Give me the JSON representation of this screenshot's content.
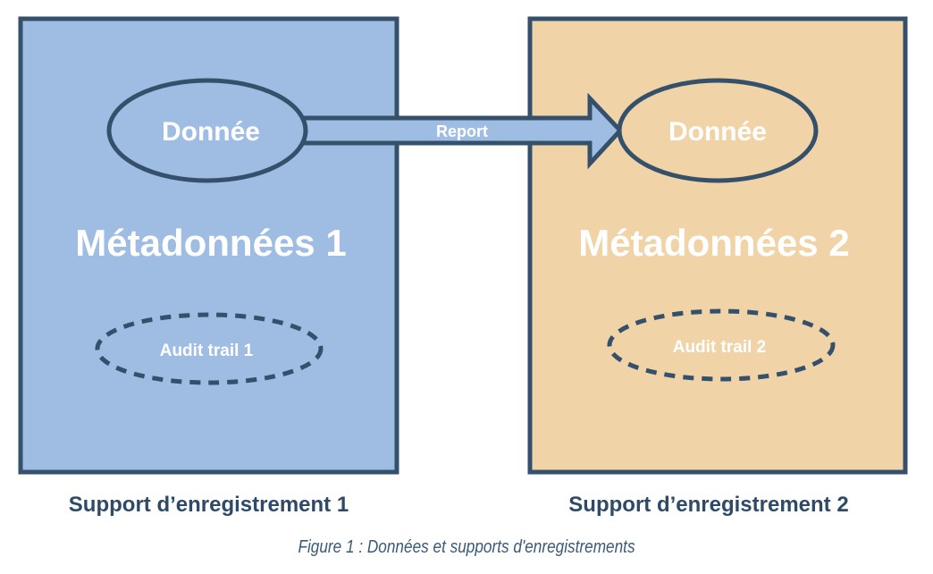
{
  "colors": {
    "stroke": "#34506b",
    "box1_fill": "#9fbde3",
    "box2_fill": "#f1d3a8",
    "arrow_fill": "#9fbde3",
    "text_white": "#ffffff",
    "label_text": "#2e4a66",
    "caption_text": "#3b5a78"
  },
  "box1": {
    "data_label": "Donnée",
    "metadata_label": "Métadonnées 1",
    "audit_label": "Audit trail 1",
    "support_label": "Support d’enregistrement 1"
  },
  "box2": {
    "data_label": "Donnée",
    "metadata_label": "Métadonnées 2",
    "audit_label": "Audit trail 2",
    "support_label": "Support d’enregistrement 2"
  },
  "arrow": {
    "label": "Report"
  },
  "caption": "Figure 1 : Données et supports d'enregistrements"
}
